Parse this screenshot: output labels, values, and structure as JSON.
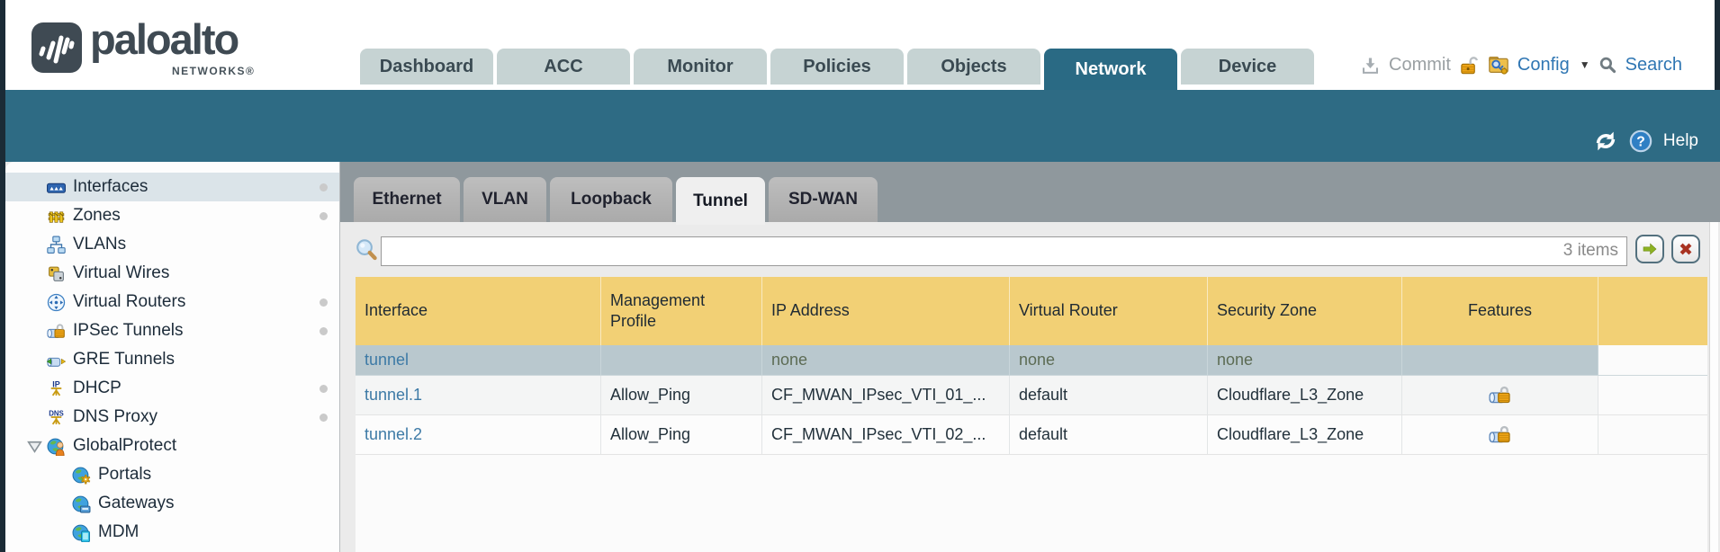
{
  "brand": {
    "name": "paloalto",
    "sub": "NETWORKS®"
  },
  "top_nav": {
    "tabs": [
      {
        "label": "Dashboard",
        "active": false
      },
      {
        "label": "ACC",
        "active": false
      },
      {
        "label": "Monitor",
        "active": false
      },
      {
        "label": "Policies",
        "active": false
      },
      {
        "label": "Objects",
        "active": false
      },
      {
        "label": "Network",
        "active": true
      },
      {
        "label": "Device",
        "active": false
      }
    ]
  },
  "utilities": {
    "commit_label": "Commit",
    "config_label": "Config",
    "search_label": "Search",
    "icons": [
      "commit-icon",
      "lock-open-icon",
      "config-icon",
      "search-icon"
    ]
  },
  "band": {
    "help_label": "Help",
    "icons": [
      "refresh-icon",
      "help-icon"
    ]
  },
  "sidebar": {
    "items": [
      {
        "label": "Interfaces",
        "icon": "interfaces-icon",
        "selected": true,
        "dot": true
      },
      {
        "label": "Zones",
        "icon": "zones-icon",
        "dot": true
      },
      {
        "label": "VLANs",
        "icon": "vlans-icon"
      },
      {
        "label": "Virtual Wires",
        "icon": "virtual-wires-icon"
      },
      {
        "label": "Virtual Routers",
        "icon": "virtual-routers-icon",
        "dot": true
      },
      {
        "label": "IPSec Tunnels",
        "icon": "ipsec-tunnels-icon",
        "dot": true
      },
      {
        "label": "GRE Tunnels",
        "icon": "gre-tunnels-icon"
      },
      {
        "label": "DHCP",
        "icon": "dhcp-icon",
        "dot": true
      },
      {
        "label": "DNS Proxy",
        "icon": "dns-proxy-icon",
        "dot": true
      },
      {
        "label": "GlobalProtect",
        "icon": "globalprotect-icon",
        "expander": true
      },
      {
        "label": "Portals",
        "icon": "portals-icon",
        "indent": 1
      },
      {
        "label": "Gateways",
        "icon": "gateways-icon",
        "indent": 1
      },
      {
        "label": "MDM",
        "icon": "mdm-icon",
        "indent": 1
      }
    ]
  },
  "subtabs": {
    "tabs": [
      {
        "label": "Ethernet",
        "active": false
      },
      {
        "label": "VLAN",
        "active": false
      },
      {
        "label": "Loopback",
        "active": false
      },
      {
        "label": "Tunnel",
        "active": true
      },
      {
        "label": "SD-WAN",
        "active": false
      }
    ]
  },
  "search": {
    "value": "",
    "count_label": "3 items"
  },
  "table": {
    "columns": [
      "Interface",
      "Management Profile",
      "IP Address",
      "Virtual Router",
      "Security Zone",
      "Features",
      ""
    ],
    "rows": [
      {
        "selected": true,
        "cells": [
          "tunnel",
          "",
          "none",
          "none",
          "none"
        ],
        "lock": false
      },
      {
        "selected": false,
        "cells": [
          "tunnel.1",
          "Allow_Ping",
          "CF_MWAN_IPsec_VTI_01_...",
          "default",
          "Cloudflare_L3_Zone"
        ],
        "lock": true
      },
      {
        "selected": false,
        "cells": [
          "tunnel.2",
          "Allow_Ping",
          "CF_MWAN_IPsec_VTI_02_...",
          "default",
          "Cloudflare_L3_Zone"
        ],
        "lock": true
      }
    ]
  },
  "colors": {
    "band_teal": "#2e6b84",
    "tab_inactive": "#c6d3d3",
    "header_yellow": "#f2d075",
    "selected_row": "#b9c8ce",
    "link_blue": "#3d7aa6",
    "util_blue": "#2f76b3",
    "none_value": "#5c6b54"
  }
}
